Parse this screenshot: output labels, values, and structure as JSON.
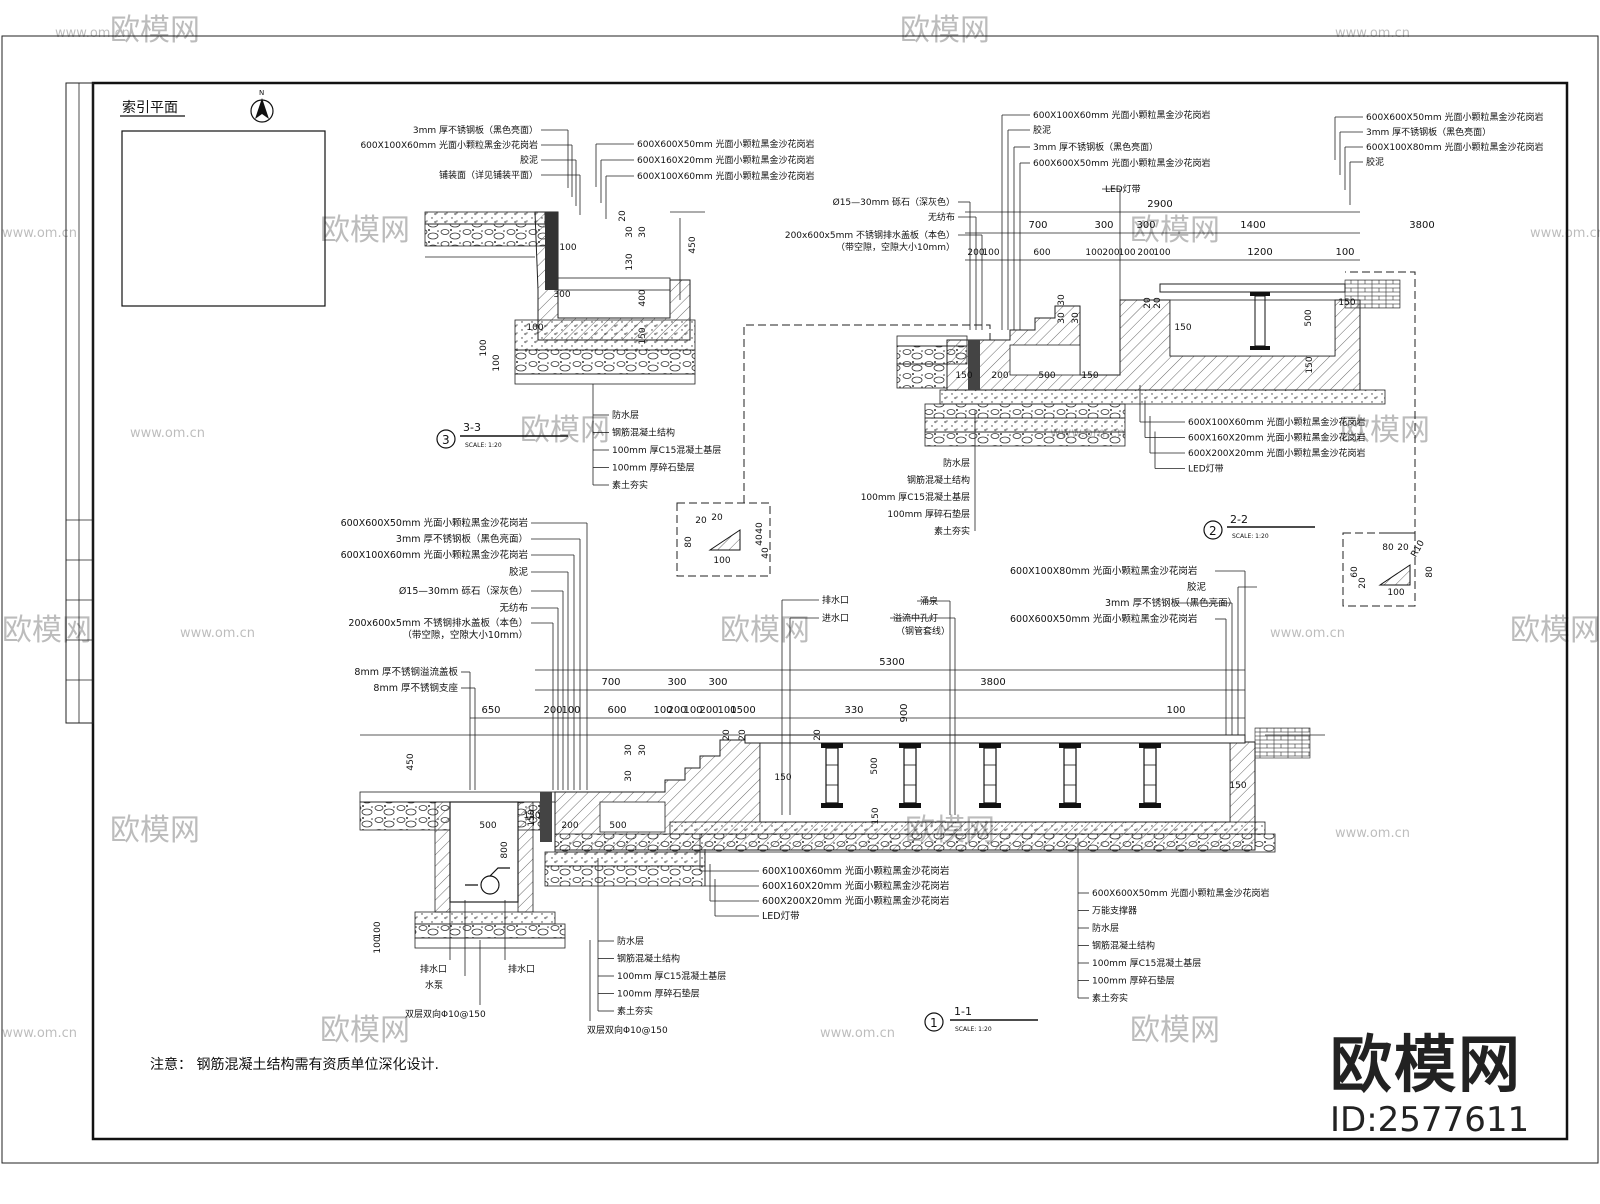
{
  "sheet": {
    "index_plan_title": "索引平面",
    "note": "注意： 钢筋混凝土结构需有资质单位深化设计.",
    "north": "N"
  },
  "watermark": {
    "brand": "欧模网",
    "url": "www.om.cn",
    "id": "ID:2577611"
  },
  "section_3": {
    "num": "3",
    "title": "3-3",
    "scale": "SCALE: 1:20",
    "top_labels": [
      "3mm 厚不锈钢板（黑色亮面）",
      "600X100X60mm 光面小颗粒黑金沙花岗岩",
      "胶泥",
      "铺装面（详见铺装平面）"
    ],
    "right_labels": [
      "600X600X50mm 光面小颗粒黑金沙花岗岩",
      "600X160X20mm 光面小颗粒黑金沙花岗岩",
      "600X100X60mm 光面小颗粒黑金沙花岗岩"
    ],
    "bottom_labels": [
      "防水层",
      "钢筋混凝土结构",
      "100mm 厚C15混凝土基层",
      "100mm 厚碎石垫层",
      "素土夯实"
    ],
    "dims": [
      "300",
      "400",
      "150",
      "100",
      "100",
      "100",
      "450",
      "20",
      "30",
      "30",
      "130",
      "100"
    ]
  },
  "section_2": {
    "num": "2",
    "title": "2-2",
    "scale": "SCALE: 1:20",
    "top_labels": [
      "600X100X60mm 光面小颗粒黑金沙花岗岩",
      "胶泥",
      "3mm 厚不锈钢板（黑色亮面）",
      "600X600X50mm 光面小颗粒黑金沙花岗岩",
      "LED灯带",
      "Ø15—30mm 砾石（深灰色）",
      "无纺布",
      "200x600x5mm 不锈钢排水盖板（本色）",
      "（带空隙，空隙大小10mm）"
    ],
    "right_labels": [
      "600X600X50mm 光面小颗粒黑金沙花岗岩",
      "3mm 厚不锈钢板（黑色亮面）",
      "600X100X80mm 光面小颗粒黑金沙花岗岩",
      "胶泥"
    ],
    "bottom_right_labels": [
      "600X100X60mm 光面小颗粒黑金沙花岗岩",
      "600X160X20mm 光面小颗粒黑金沙花岗岩",
      "600X200X20mm 光面小颗粒黑金沙花岗岩",
      "LED灯带"
    ],
    "bottom_left_labels": [
      "防水层",
      "钢筋混凝土结构",
      "100mm 厚C15混凝土基层",
      "100mm 厚碎石垫层",
      "素土夯实"
    ],
    "dims_top": [
      "2900",
      "3800",
      "700",
      "300",
      "300",
      "1400",
      "200",
      "100",
      "600",
      "100",
      "200",
      "100",
      "200",
      "100",
      "1200",
      "100"
    ],
    "dims_other": [
      "150",
      "200",
      "500",
      "150",
      "150",
      "500",
      "150",
      "150",
      "30",
      "30",
      "30",
      "20",
      "20"
    ]
  },
  "detail_a": {
    "dims": [
      "20",
      "80",
      "20",
      "40",
      "40",
      "100",
      "40"
    ]
  },
  "detail_b": {
    "dims": [
      "80",
      "20",
      "R10",
      "60",
      "20",
      "80",
      "100"
    ]
  },
  "section_1": {
    "num": "1",
    "title": "1-1",
    "scale": "SCALE: 1:20",
    "left_labels": [
      "600X600X50mm 光面小颗粒黑金沙花岗岩",
      "3mm 厚不锈钢板（黑色亮面）",
      "600X100X60mm 光面小颗粒黑金沙花岗岩",
      "胶泥",
      "Ø15—30mm 砾石（深灰色）",
      "无纺布",
      "200x600x5mm 不锈钢排水盖板（本色）",
      "（带空隙，空隙大小10mm）",
      "8mm 厚不锈钢溢流盖板",
      "8mm 厚不锈钢支座"
    ],
    "mid_labels": [
      "排水口",
      "进水口",
      "涌泉",
      "溢流中孔灯",
      "（钢管套线）"
    ],
    "right_labels": [
      "600X100X80mm 光面小颗粒黑金沙花岗岩",
      "胶泥",
      "3mm 厚不锈钢板（黑色亮面）",
      "600X600X50mm 光面小颗粒黑金沙花岗岩"
    ],
    "bottom_mid_labels": [
      "600X100X60mm 光面小颗粒黑金沙花岗岩",
      "600X160X20mm 光面小颗粒黑金沙花岗岩",
      "600X200X20mm 光面小颗粒黑金沙花岗岩",
      "LED灯带"
    ],
    "bottom_right_labels": [
      "600X600X50mm 光面小颗粒黑金沙花岗岩",
      "万能支撑器",
      "防水层",
      "钢筋混凝土结构",
      "100mm 厚C15混凝土基层",
      "100mm 厚碎石垫层",
      "素土夯实"
    ],
    "bottom_left_labels": [
      "防水层",
      "钢筋混凝土结构",
      "100mm 厚C15混凝土基层",
      "100mm 厚碎石垫层",
      "素土夯实"
    ],
    "pump_labels": [
      "排水口",
      "水泵",
      "排水口"
    ],
    "rebar_labels": [
      "双层双向Φ10@150",
      "双层双向Φ10@150"
    ],
    "dims_top": [
      "5300",
      "3800",
      "700",
      "300",
      "300",
      "650",
      "200",
      "100",
      "600",
      "100",
      "200",
      "100",
      "200",
      "100",
      "1500",
      "330",
      "900",
      "100"
    ],
    "dims_other": [
      "450",
      "500",
      "150",
      "200",
      "500",
      "150",
      "800",
      "500",
      "150",
      "150",
      "150",
      "100",
      "100",
      "30",
      "30",
      "30",
      "20",
      "20",
      "20"
    ]
  }
}
